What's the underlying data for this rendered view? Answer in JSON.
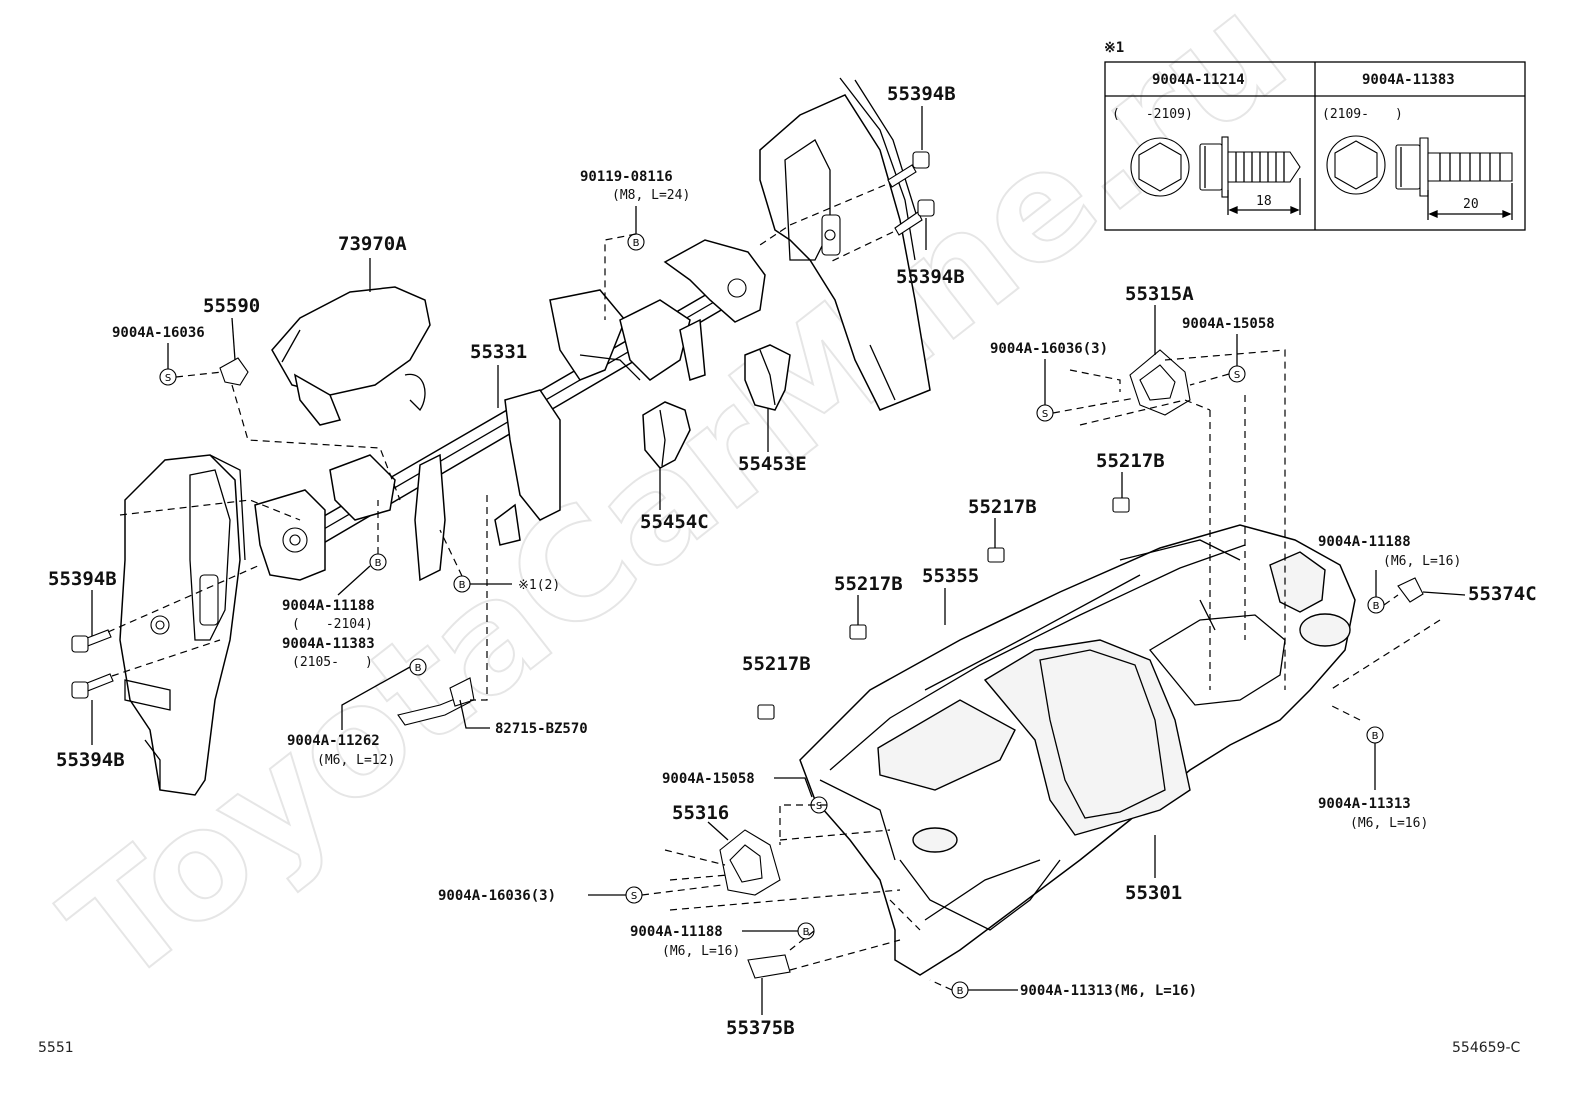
{
  "watermark": "ToyotaCarMine.ru",
  "page_code": "5551",
  "figure_code": "554659-C",
  "table": {
    "mark": "※1",
    "col1_head": "9004A-11214",
    "col2_head": "9004A-11383",
    "col1_range": "(　　-2109)",
    "col2_range": "(2109-　　)",
    "col1_len": "18",
    "col2_len": "20"
  },
  "labels": {
    "p73970A": "73970A",
    "p55590": "55590",
    "s16036_left": "9004A-16036",
    "p55331": "55331",
    "p90119": "90119-08116",
    "p90119_spec": "(M8, L=24)",
    "p55394B_top1": "55394B",
    "p55394B_top2": "55394B",
    "p55453E": "55453E",
    "p55454C": "55454C",
    "p55315A": "55315A",
    "s15058_top": "9004A-15058",
    "s16036_3_top": "9004A-16036(3)",
    "p55217B_1": "55217B",
    "p55217B_2": "55217B",
    "p55217B_3": "55217B",
    "p55217B_4": "55217B",
    "p55355": "55355",
    "b11188_right": "9004A-11188",
    "b11188_right_spec": "(M6, L=16)",
    "p55374C": "55374C",
    "p55394B_left1": "55394B",
    "p55394B_left2": "55394B",
    "b11188_left": "9004A-11188",
    "b11188_left_range": "(　　-2104)",
    "b11383_left": "9004A-11383",
    "b11383_left_range": "(2105-　　)",
    "x1_ref": "※1(2)",
    "b11262": "9004A-11262",
    "b11262_spec": "(M6, L=12)",
    "p82715": "82715-BZ570",
    "s15058_low": "9004A-15058",
    "p55316": "55316",
    "s16036_3_low": "9004A-16036(3)",
    "b11188_low": "9004A-11188",
    "b11188_low_spec": "(M6, L=16)",
    "p55375B": "55375B",
    "b11313_right": "9004A-11313",
    "b11313_right_spec": "(M6, L=16)",
    "p55301": "55301",
    "b11313_bottom": "9004A-11313(M6, L=16)"
  },
  "symbols": {
    "screw": "S",
    "bolt": "B"
  }
}
